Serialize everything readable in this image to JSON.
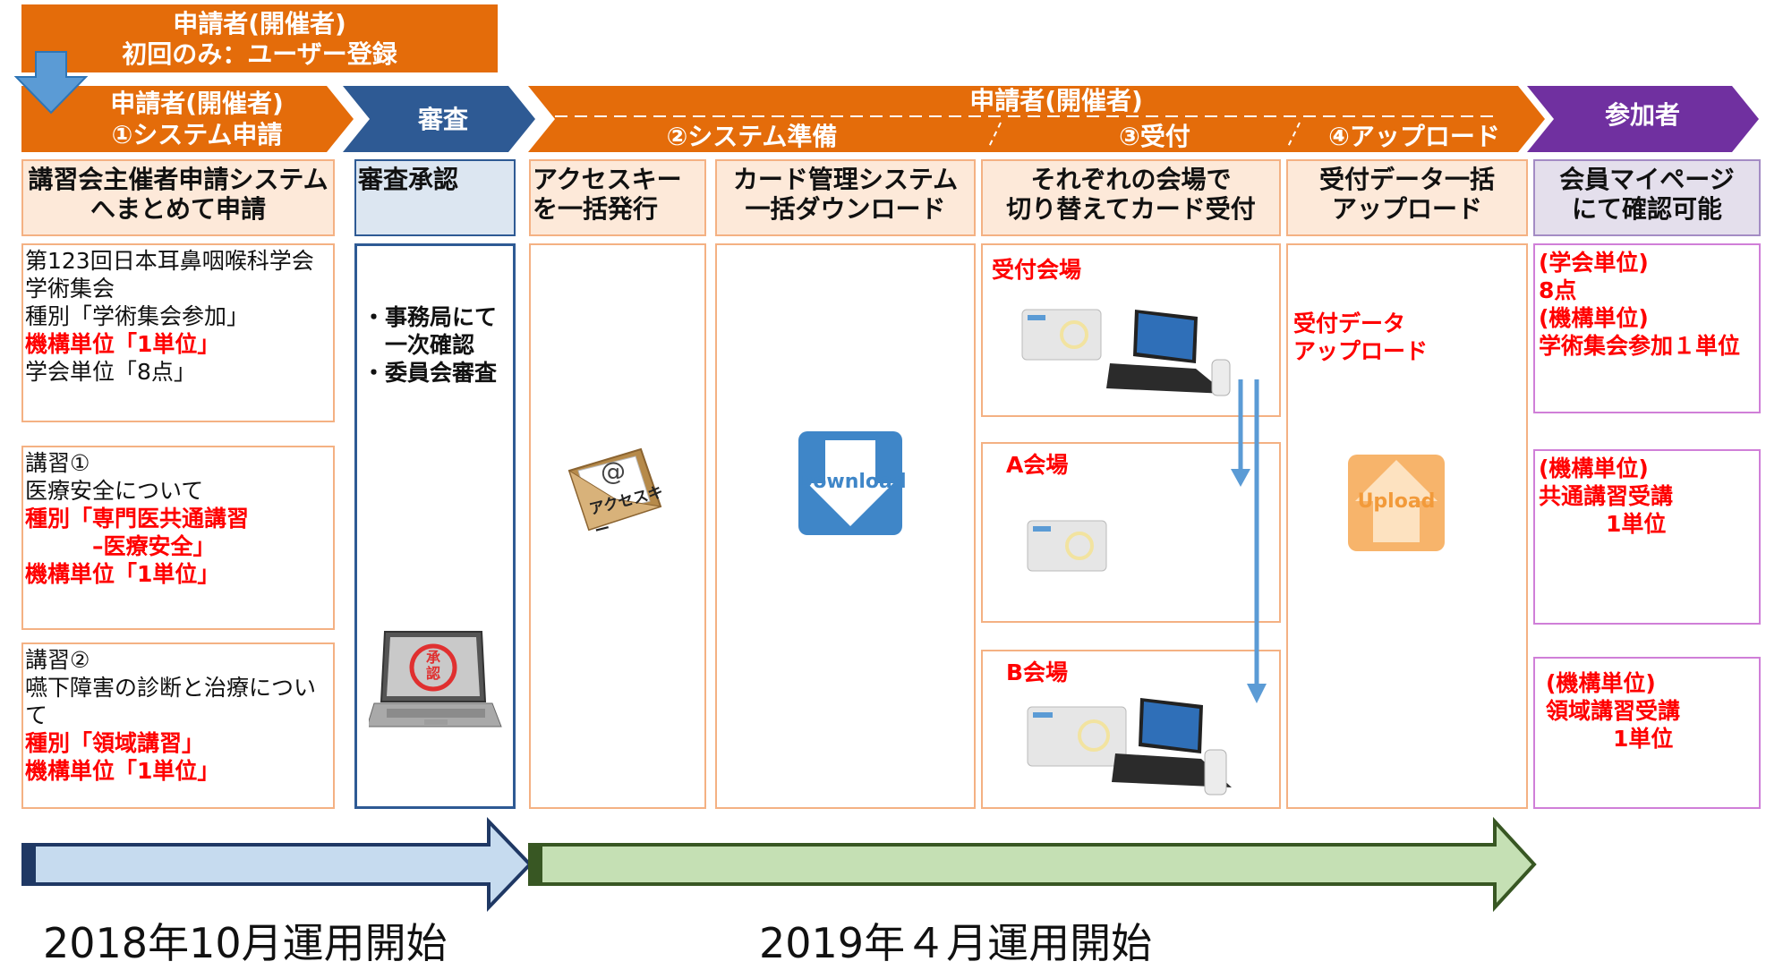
{
  "top_banner": {
    "line1": "申請者(開催者)",
    "line2": "初回のみ：ユーザー登録"
  },
  "headers": {
    "step1": {
      "line1": "申請者(開催者)",
      "line2": "①システム申請"
    },
    "review": "審査",
    "main": "申請者(開催者)",
    "step2": "②システム準備",
    "step3": "③受付",
    "step4": "④アップロード",
    "participant": "参加者"
  },
  "labels": {
    "apply": {
      "line1": "講習会主催者申請システム",
      "line2": "へまとめて申請"
    },
    "approve": "審査承認",
    "access_key": {
      "line1": "アクセスキー",
      "line2": "を一括発行"
    },
    "card_system": {
      "line1": "カード管理システム",
      "line2": "一括ダウンロード"
    },
    "venue_switch": {
      "line1": "それぞれの会場で",
      "line2": "切り替えてカード受付"
    },
    "reception_upload": {
      "line1": "受付データ一括",
      "line2": "アップロード"
    },
    "mypage": {
      "line1": "会員マイページ",
      "line2": "にて確認可能"
    }
  },
  "apply_entries": [
    {
      "lines": [
        {
          "t": "第123回日本耳鼻咽喉科学会",
          "red": false
        },
        {
          "t": "学術集会",
          "red": false
        },
        {
          "t": "種別「学術集会参加」",
          "red": false
        },
        {
          "t": "機構単位「1単位」",
          "red": true
        },
        {
          "t": "学会単位「8点」",
          "red": false
        }
      ]
    },
    {
      "lines": [
        {
          "t": "講習①",
          "red": false
        },
        {
          "t": "医療安全について",
          "red": false
        },
        {
          "t": "種別「専門医共通講習",
          "red": true
        },
        {
          "t": "　　　–医療安全」",
          "red": true
        },
        {
          "t": "機構単位「1単位」",
          "red": true
        }
      ]
    },
    {
      "lines": [
        {
          "t": "講習②",
          "red": false
        },
        {
          "t": "嚥下障害の診断と治療につい",
          "red": false
        },
        {
          "t": "て",
          "red": false
        },
        {
          "t": "種別「領域講習」",
          "red": true
        },
        {
          "t": "機構単位「1単位」",
          "red": true
        }
      ]
    }
  ],
  "review_points": [
    "・事務局にて",
    "　一次確認",
    "・委員会審査"
  ],
  "stamp_text": "承認",
  "access_key_icon": {
    "at": "@",
    "text": "アクセスキー"
  },
  "download_label": "Download",
  "venues": {
    "reception": "受付会場",
    "a": "A会場",
    "b": "B会場"
  },
  "upload_text": {
    "line1": "受付データ",
    "line2": "アップロード"
  },
  "upload_label": "Upload",
  "participant_entries": [
    {
      "lines": [
        "(学会単位)",
        "8点",
        "(機構単位)",
        "学術集会参加１単位"
      ]
    },
    {
      "lines": [
        "(機構単位)",
        "共通講習受講",
        "　　　1単位"
      ]
    },
    {
      "lines": [
        "(機構単位)",
        "領域講習受講",
        "　　　1単位"
      ]
    }
  ],
  "timeline": {
    "start1": "2018年10月運用開始",
    "start2": "2019年４月運用開始"
  },
  "colors": {
    "orange": "#e46c0a",
    "navy": "#2e5a94",
    "purple": "#7030a0",
    "red": "#ff0000"
  }
}
